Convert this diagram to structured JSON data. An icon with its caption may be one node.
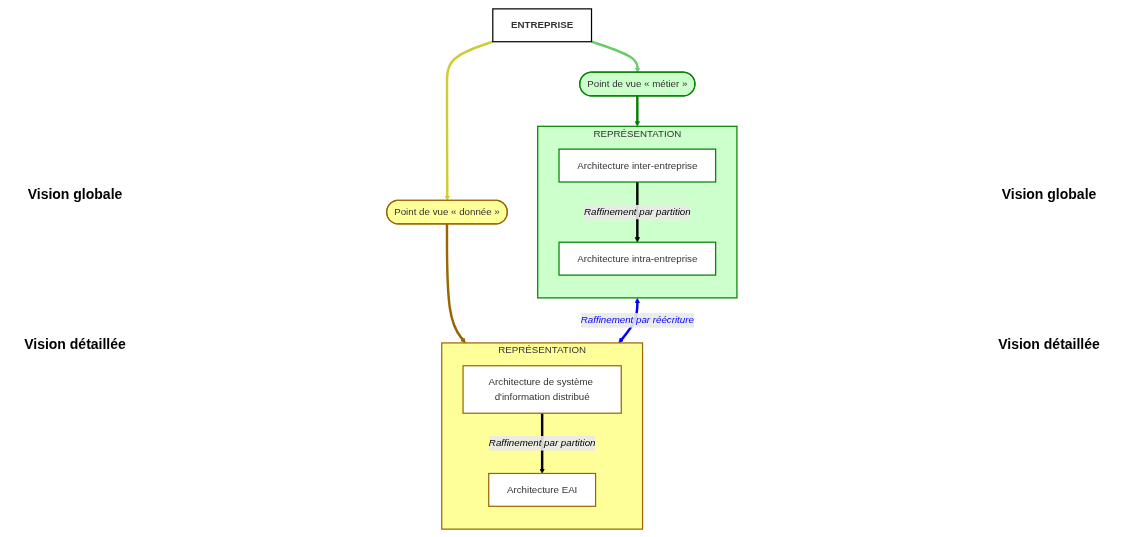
{
  "diagram": {
    "nodes": [
      {
        "text": [
          "ENTREPRISE"
        ]
      },
      {
        "text": [
          "Point de vue « métier »"
        ]
      },
      {
        "text": [
          "Point de vue « donnée »"
        ]
      },
      {
        "text": [
          "REPRÉSENTATION"
        ]
      },
      {
        "text": [
          "Architecture inter-entreprise"
        ],
        "in": 3
      },
      {
        "text": [
          "Architecture intra-entreprise"
        ],
        "in": 3
      },
      {
        "text": [
          "REPRÉSENTATION"
        ]
      },
      {
        "text": [
          "Architecture de système d'information distribué"
        ],
        "in": 6
      },
      {
        "text": [
          "Architecture EAI"
        ],
        "in": 6
      }
    ],
    "edges": [
      {
        "from": 0,
        "to": 1,
        "arrow": "to",
        "color": "#66cc66"
      },
      {
        "from": 0,
        "to": 2,
        "arrow": "to",
        "color": "#cccc33"
      },
      {
        "from": 1,
        "to": 3,
        "arrow": "to",
        "color": "#008000"
      },
      {
        "from": 2,
        "to": 6,
        "arrow": "to",
        "color": "#996600"
      },
      {
        "from": 4,
        "to": 5,
        "arrow": "to",
        "label": "Raffinement par partition"
      },
      {
        "from": 7,
        "to": 8,
        "arrow": "to",
        "label": "Raffinement par partition"
      },
      {
        "from": 3,
        "to": 6,
        "arrow": "both",
        "color": "#0000ff",
        "label": "Raffinement par réécriture"
      }
    ],
    "labels": [
      "Vision globale",
      "Vision globale",
      "Vision détaillée",
      "Vision détaillée"
    ]
  }
}
